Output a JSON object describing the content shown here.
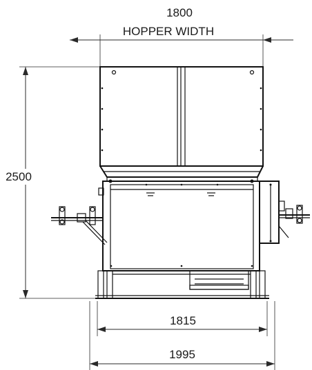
{
  "dimensions": {
    "hopper_width_value": "1800",
    "hopper_width_label": "HOPPER WIDTH",
    "height_value": "2500",
    "inner_width_value": "1815",
    "outer_width_value": "1995"
  },
  "colors": {
    "line": "#111111",
    "text": "#1a1a1a",
    "background": "#ffffff"
  }
}
